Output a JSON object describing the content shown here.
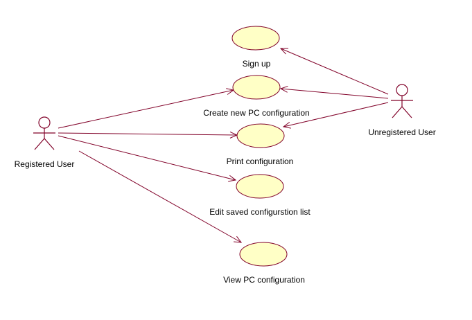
{
  "actors": [
    {
      "id": "registered",
      "label": "Registered User"
    },
    {
      "id": "unregistered",
      "label": "Unregistered User"
    }
  ],
  "use_cases": [
    {
      "id": "signup",
      "label": "Sign up"
    },
    {
      "id": "create",
      "label": "Create new PC configuration"
    },
    {
      "id": "print",
      "label": "Print configuration"
    },
    {
      "id": "edit",
      "label": "Edit saved configurstion list"
    },
    {
      "id": "view",
      "label": "View PC configuration"
    }
  ],
  "associations": [
    {
      "from": "registered",
      "to": "create"
    },
    {
      "from": "registered",
      "to": "print"
    },
    {
      "from": "registered",
      "to": "edit"
    },
    {
      "from": "registered",
      "to": "view"
    },
    {
      "from": "unregistered",
      "to": "signup"
    },
    {
      "from": "unregistered",
      "to": "create"
    },
    {
      "from": "unregistered",
      "to": "print"
    }
  ],
  "colors": {
    "line": "#800028",
    "usecase_fill": "#ffffc6",
    "background": "#ffffff"
  }
}
